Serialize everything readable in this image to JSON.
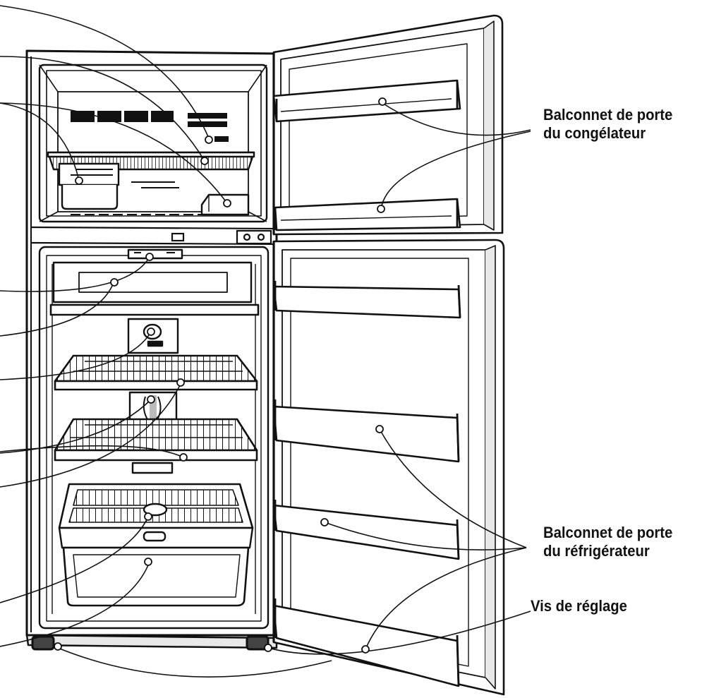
{
  "labels": {
    "freezer_door_bin": [
      "Balconnet de porte",
      "du congélateur"
    ],
    "fridge_door_bin": [
      "Balconnet de porte",
      "du réfrigérateur"
    ],
    "adjust_screw": "Vis de réglage"
  },
  "colors": {
    "ink": "#111111",
    "paper": "#ffffff",
    "shade": "#d9d9d9"
  }
}
